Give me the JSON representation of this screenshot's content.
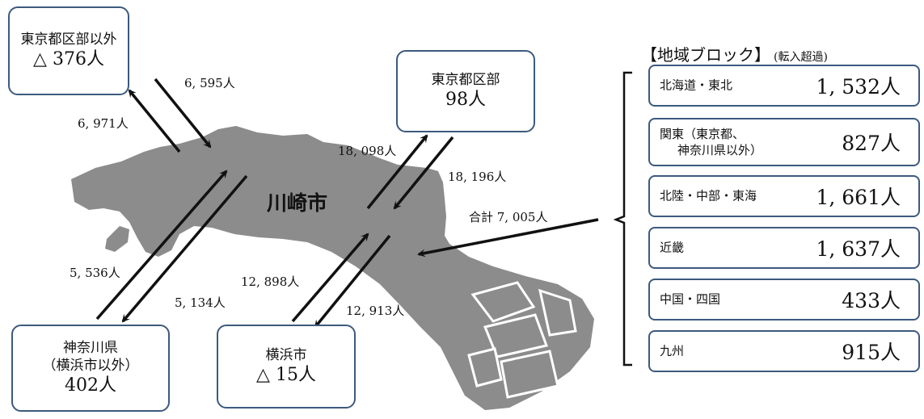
{
  "city_label": "川崎市",
  "boxes": {
    "tokyo_outside": {
      "name": "東京都区部以外",
      "value": "△ 376人"
    },
    "tokyo_wards": {
      "name": "東京都区部",
      "value": "98人"
    },
    "kanagawa": {
      "name1": "神奈川県",
      "name2": "（横浜市以外）",
      "value": "402人"
    },
    "yokohama": {
      "name": "横浜市",
      "value": "△ 15人"
    }
  },
  "flows": {
    "tokyo_outside_in": "6, 595人",
    "tokyo_outside_out": "6, 971人",
    "tokyo_wards_out": "18, 098人",
    "tokyo_wards_in": "18, 196人",
    "kanagawa_out": "5, 536人",
    "kanagawa_in": "5, 134人",
    "yokohama_out": "12, 898人",
    "yokohama_in": "12, 913人",
    "regions_total": "合計 7, 005人"
  },
  "regions": {
    "title": "【地域ブロック】",
    "subtitle": "(転入超過)",
    "items": [
      {
        "name": "北海道・東北",
        "value": "1, 532人"
      },
      {
        "name_line1": "関東（東京都、",
        "name_line2": "神奈川県以外）",
        "value": "827人"
      },
      {
        "name": "北陸・中部・東海",
        "value": "1, 661人"
      },
      {
        "name": "近畿",
        "value": "1, 637人"
      },
      {
        "name": "中国・四国",
        "value": "433人"
      },
      {
        "name": "九州",
        "value": "915人"
      }
    ]
  },
  "colors": {
    "map_fill": "#8c8c8c",
    "box_border": "#3c5a7d",
    "arrow": "#111111"
  }
}
